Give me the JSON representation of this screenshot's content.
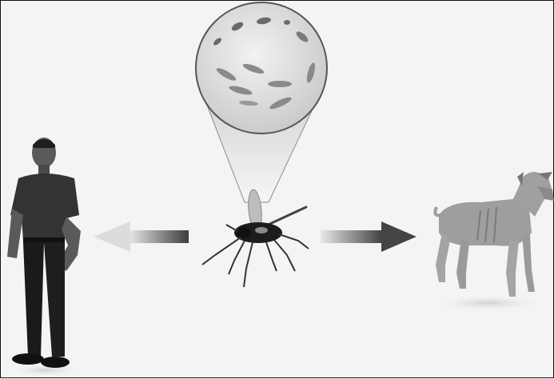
{
  "diagram": {
    "colors": {
      "background": "#f4f4f4",
      "border": "#111111",
      "arrow_dark": "#555555",
      "arrow_light": "#cfcfcf",
      "figure_dark": "#222222",
      "figure_mid": "#3a3a3a",
      "dog": "#a8a8a8",
      "lens": "#d6d6d6",
      "cone": "#e6e6e6"
    },
    "nodes": {
      "left": {
        "icon": "human-figure"
      },
      "center": {
        "icon": "sandfly-insect"
      },
      "right": {
        "icon": "dog-figure"
      },
      "inset": {
        "icon": "magnified-parasites"
      }
    },
    "arrows": [
      {
        "from": "center",
        "to": "left",
        "icon": "arrow-left-icon"
      },
      {
        "from": "center",
        "to": "right",
        "icon": "arrow-right-icon"
      }
    ]
  }
}
